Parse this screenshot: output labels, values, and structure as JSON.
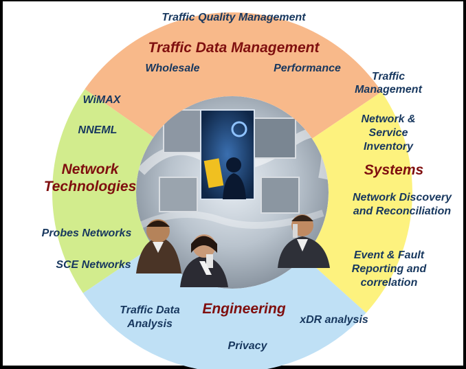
{
  "colors": {
    "background": "#000000",
    "canvas": "#ffffff",
    "segment_top": "#f8b98a",
    "segment_right": "#fdf27e",
    "segment_bottom": "#bfe0f5",
    "segment_left": "#d2ec8d",
    "label_text": "#17375e",
    "section_title": "#7f0f0f"
  },
  "icons": {
    "center_photo": "photo-collage-icon",
    "person_left": "businessman-photo-icon",
    "person_middle": "businesswoman-on-phone-photo-icon",
    "person_right": "businessman-on-phone-photo-icon"
  },
  "top": {
    "title": "Traffic Data Management",
    "items": [
      "Traffic Quality Management",
      "Wholesale",
      "Performance"
    ]
  },
  "right": {
    "title": "Systems",
    "items": [
      "Traffic Management",
      "Network & Service Inventory",
      "Network Discovery and Reconciliation",
      "Event & Fault Reporting and correlation"
    ]
  },
  "bottom": {
    "title": "Engineering",
    "items": [
      "Traffic Data Analysis",
      "Privacy",
      "xDR analysis"
    ]
  },
  "left": {
    "title": "Network Technologies",
    "items": [
      "WiMAX",
      "NNEML",
      "Probes Networks",
      "SCE Networks"
    ]
  }
}
